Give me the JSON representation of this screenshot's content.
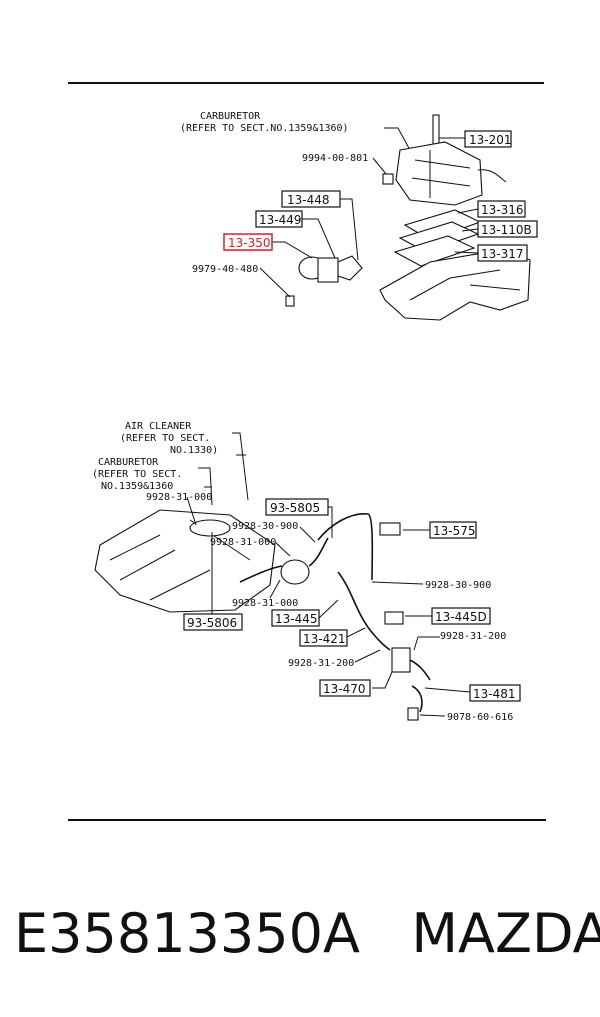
{
  "top_diagram": {
    "carb_note": [
      "CARBURETOR",
      "(REFER TO SECT.NO.1359&1360)"
    ],
    "callouts": {
      "c_13_201": "13-201",
      "c_13_448": "13-448",
      "c_13_449": "13-449",
      "c_13_350": "13-350",
      "c_13_316": "13-316",
      "c_13_110b": "13-110B",
      "c_13_317": "13-317"
    },
    "part_numbers": {
      "p_9994": "9994-00-801",
      "p_9979": "9979-40-480"
    },
    "highlight_color": "#d42020"
  },
  "bottom_diagram": {
    "air_note": [
      "AIR CLEANER",
      "(REFER TO SECT.",
      "NO.1330)"
    ],
    "carb_note": [
      "CARBURETOR",
      "(REFER TO SECT.",
      "NO.1359&1360"
    ],
    "callouts": {
      "c_93_5805": "93-5805",
      "c_13_575": "13-575",
      "c_13_445": "13-445",
      "c_13_445d": "13-445D",
      "c_13_421": "13-421",
      "c_93_5806": "93-5806",
      "c_13_470": "13-470",
      "c_13_481": "13-481"
    },
    "part_numbers": {
      "p_9928_31_000_a": "9928-31-000",
      "p_9928_30_900_a": "9928-30-900",
      "p_9928_31_000_b": "9928-31-000",
      "p_9928_31_000_c": "9928-31-000",
      "p_9928_30_900_b": "9928-30-900",
      "p_9928_31_200_a": "9928-31-200",
      "p_9928_31_200_b": "9928-31-200",
      "p_9078": "9078-60-616"
    }
  },
  "footer": {
    "part_code": "E35813350A",
    "brand": "MAZDA"
  }
}
